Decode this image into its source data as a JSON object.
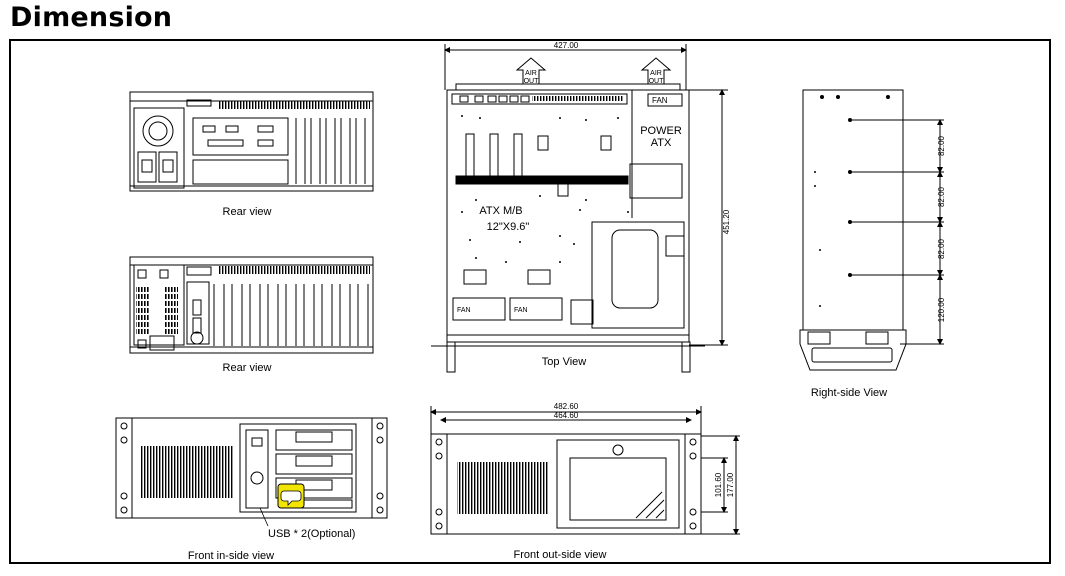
{
  "title": "Dimension",
  "views": {
    "rear_top": "Rear view",
    "rear_bottom": "Rear view",
    "front_inside": "Front in-side view",
    "top": "Top View",
    "front_outside": "Front out-side view",
    "right_side": "Right-side View"
  },
  "callouts": {
    "usb": "USB * 2(Optional)",
    "air_out": [
      "AIR",
      "OUT"
    ],
    "fan": "FAN",
    "power": [
      "POWER",
      "ATX"
    ],
    "atx_mb": [
      "ATX M/B",
      "12\"X9.6\""
    ]
  },
  "dimensions": {
    "top_width": "427.00",
    "top_depth": "451.20",
    "front_overall": "482.60",
    "front_body": "464.60",
    "front_h1": "101.60",
    "front_h2": "177.00",
    "side_a": "82.00",
    "side_b": "82.00",
    "side_c": "82.00",
    "side_d": "120.00"
  },
  "colors": {
    "highlight": "#f2e600",
    "line": "#000000"
  }
}
